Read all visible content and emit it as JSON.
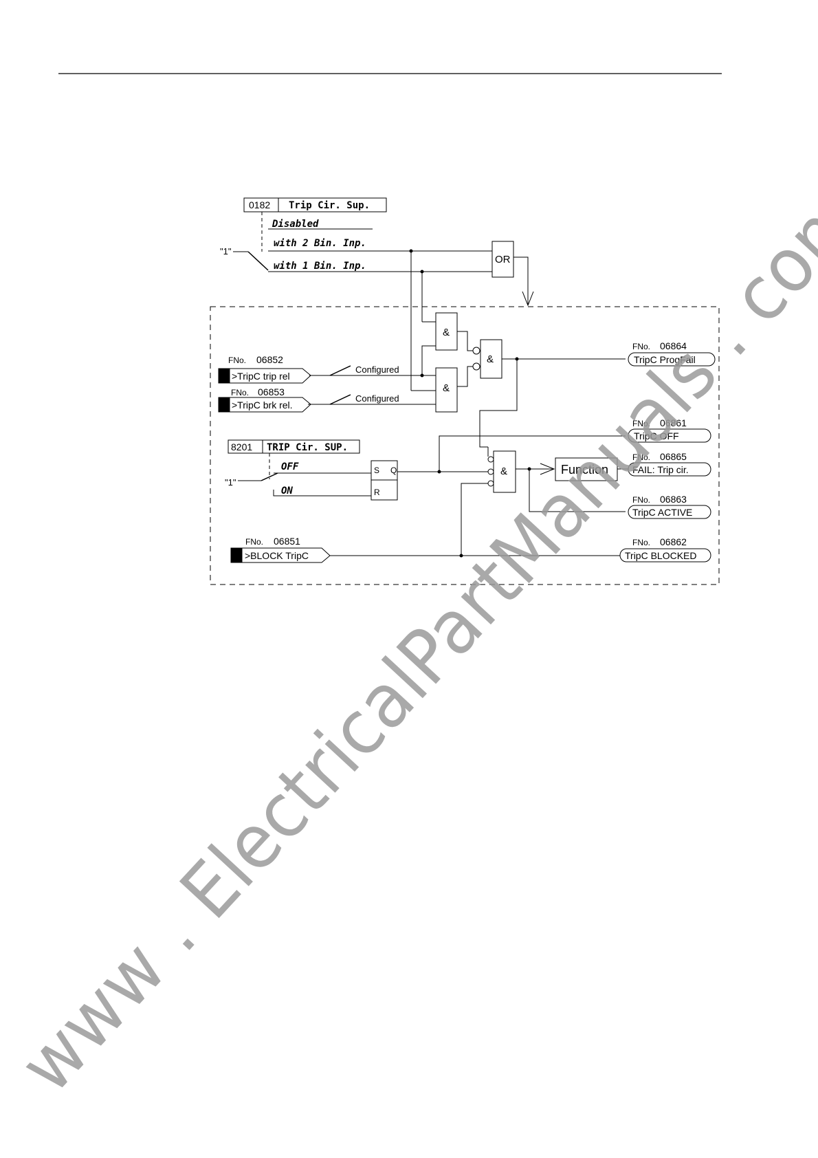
{
  "header_rule": true,
  "diagram": {
    "param_0182": {
      "address": "0182",
      "title": "Trip Cir. Sup."
    },
    "options_0182": [
      "Disabled",
      "with 2 Bin. Inp.",
      "with 1 Bin. Inp."
    ],
    "const_one_top": "\"1\"",
    "or_gate": "OR",
    "and_symbol": "&",
    "input_trip_rel": {
      "fno_prefix": "FNo.",
      "fno": "06852",
      "label": ">TripC trip rel",
      "switch_label": "Configured"
    },
    "input_brk_rel": {
      "fno_prefix": "FNo.",
      "fno": "06853",
      "label": ">TripC brk rel.",
      "switch_label": "Configured"
    },
    "param_8201": {
      "address": "8201",
      "title": "TRIP Cir. SUP."
    },
    "options_8201": [
      "OFF",
      "ON"
    ],
    "const_one_bottom": "\"1\"",
    "flipflop": {
      "s": "S",
      "q": "Q",
      "r": "R"
    },
    "function_block": "Function",
    "input_block": {
      "fno_prefix": "FNo.",
      "fno": "06851",
      "label": ">BLOCK TripC"
    },
    "outputs": [
      {
        "fno_prefix": "FNo.",
        "fno": "06864",
        "label": "TripC ProgFail"
      },
      {
        "fno_prefix": "FNo.",
        "fno": "06861",
        "label": "TripC OFF"
      },
      {
        "fno_prefix": "FNo.",
        "fno": "06865",
        "label": "FAIL: Trip cir."
      },
      {
        "fno_prefix": "FNo.",
        "fno": "06863",
        "label": "TripC ACTIVE"
      },
      {
        "fno_prefix": "FNo.",
        "fno": "06862",
        "label": "TripC BLOCKED"
      }
    ]
  },
  "watermark": "www . ElectricalPartManuals . com"
}
